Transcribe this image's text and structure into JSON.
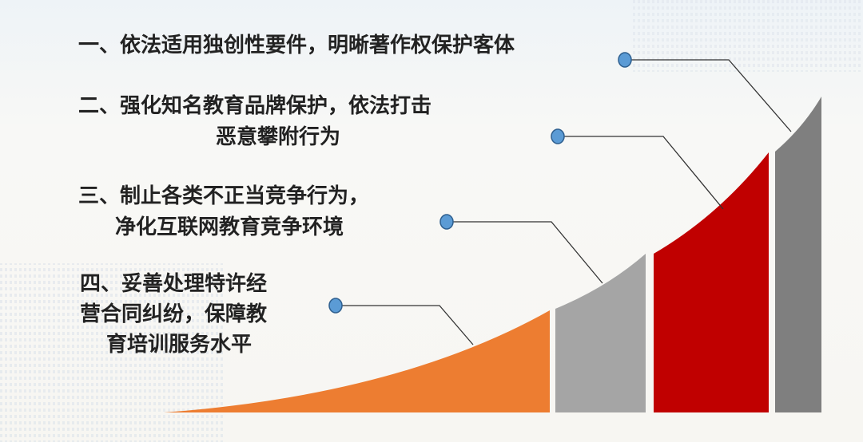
{
  "items": [
    {
      "lines": [
        "一、依法适用独创性要件，明晰著作权保护客体"
      ],
      "bar_color": "#7f7f7f"
    },
    {
      "lines": [
        "二、强化知名教育品牌保护，依法打击",
        "恶意攀附行为"
      ],
      "bar_color": "#c00000"
    },
    {
      "lines": [
        "三、制止各类不正当竞争行为，",
        "净化互联网教育竞争环境"
      ],
      "bar_color": "#a5a5a5"
    },
    {
      "lines": [
        "四、妥善处理特许经",
        "营合同纠纷，保障教",
        "育培训服务水平"
      ],
      "bar_color": "#ed7d31"
    }
  ],
  "dot_color": "#5b9bd5"
}
